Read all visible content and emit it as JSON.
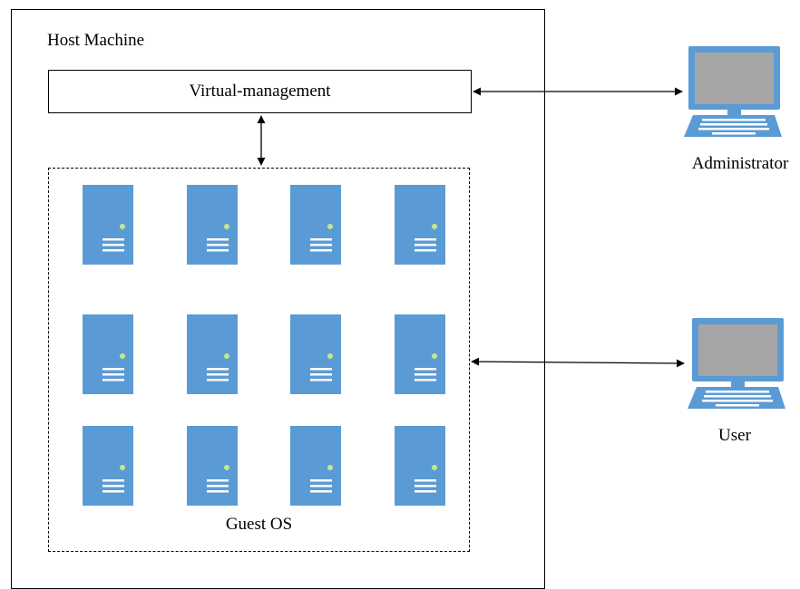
{
  "host_machine": {
    "label": "Host Machine"
  },
  "virtual_management": {
    "label": "Virtual-management"
  },
  "guest_os": {
    "label": "Guest OS",
    "server_count": 12
  },
  "administrator": {
    "label": "Administrator"
  },
  "user": {
    "label": "User"
  },
  "colors": {
    "server_body": "#5B9BD5",
    "server_led": "#C5E88A",
    "monitor_frame": "#5B9BD5",
    "monitor_screen": "#A6A6A6",
    "line": "#000000"
  }
}
